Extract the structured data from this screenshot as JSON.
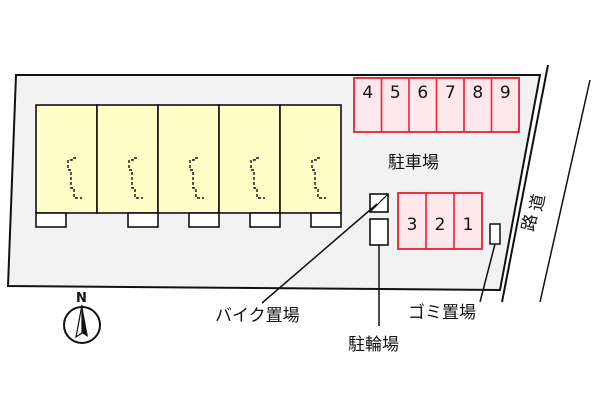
{
  "colors": {
    "lot": "#f2f2f2",
    "building": "#ffffc8",
    "parking_fill": "#ffe8ec",
    "parking_stroke": "#e8283c",
    "line": "#111111"
  },
  "labels": {
    "parking": "駐車場",
    "road_1": "道",
    "road_2": "路",
    "bike": "バイク置場",
    "bicycle": "駐輪場",
    "garbage": "ゴミ置場",
    "north": "N"
  },
  "parking_spaces": {
    "top_row": [
      "4",
      "5",
      "6",
      "7",
      "8",
      "9"
    ],
    "bottom_row": [
      "3",
      "2",
      "1"
    ]
  },
  "building": {
    "units": 5
  }
}
